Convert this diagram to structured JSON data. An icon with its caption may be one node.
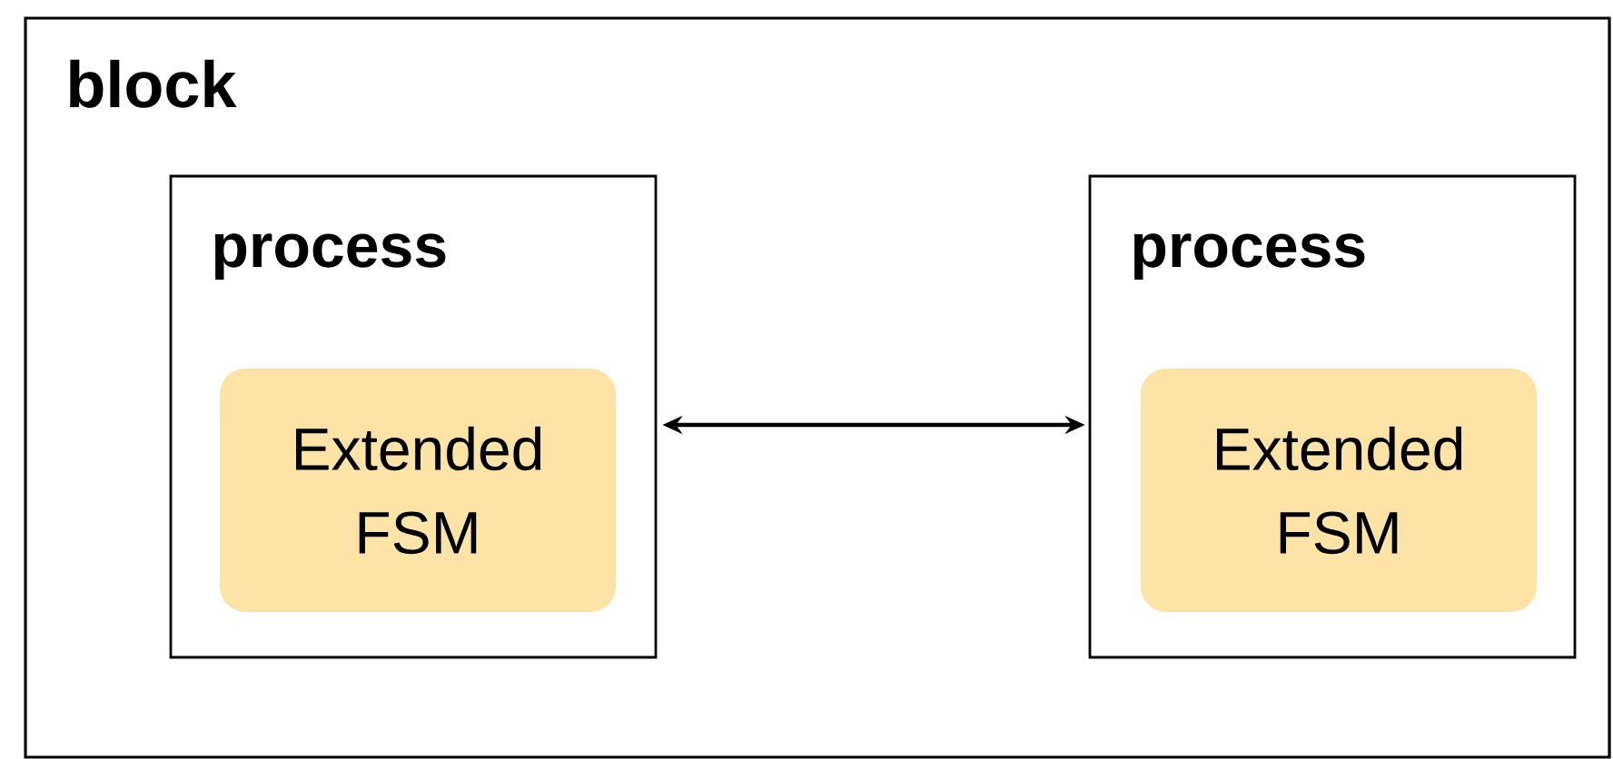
{
  "diagram": {
    "nodes": [
      {
        "text": [
          "block"
        ]
      },
      {
        "text": [
          "process"
        ],
        "in": 0
      },
      {
        "text": [
          "Extended FSM"
        ],
        "in": 1
      },
      {
        "text": [
          "process"
        ],
        "in": 0
      },
      {
        "text": [
          "Extended FSM"
        ],
        "in": 3
      }
    ],
    "edges": [
      {
        "from": 1,
        "to": 3,
        "arrow": "both"
      }
    ]
  }
}
